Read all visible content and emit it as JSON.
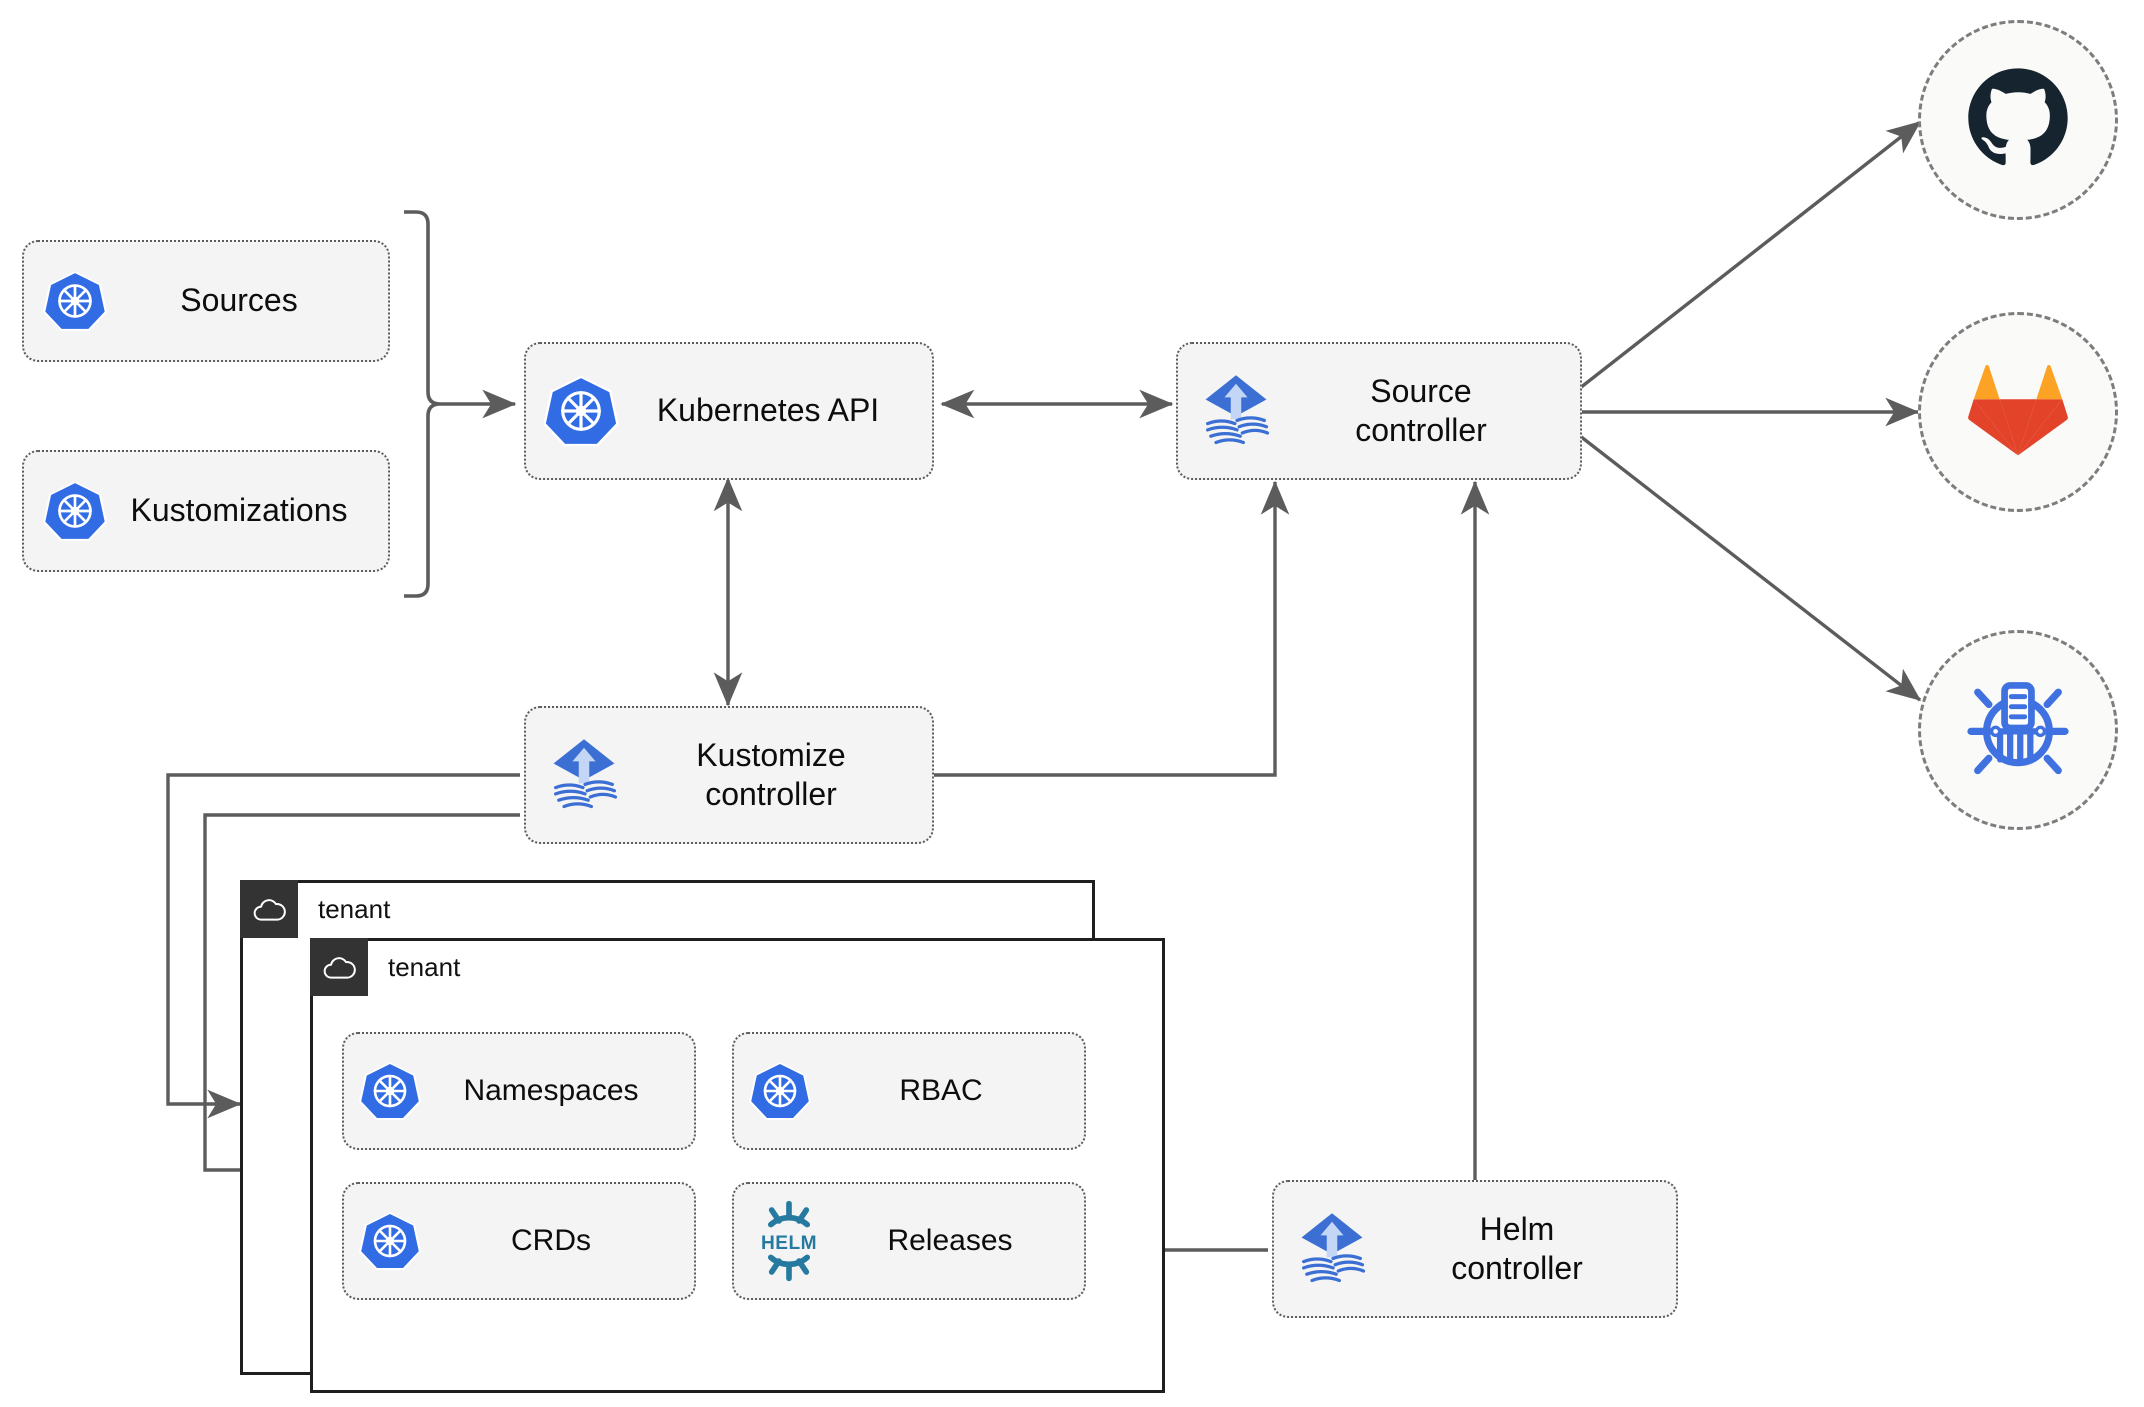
{
  "diagram": {
    "title": "Flux GitOps toolkit architecture",
    "colors": {
      "kubernetes_blue": "#326ce5",
      "flux_blue": "#3b6fd4",
      "helm_teal": "#277a9f",
      "github_dark": "#16242f",
      "gitlab_orange": "#e24329",
      "gitlab_light_orange": "#fc9c3a",
      "edge_gray": "#5c5c5c",
      "node_fill": "#f4f4f4",
      "node_border": "#5c5c5c",
      "tenant_border": "#1f1f1f",
      "tenant_badge": "#333333"
    },
    "nodes": {
      "sources": {
        "label": "Sources",
        "icon": "kubernetes-icon"
      },
      "kustomizations": {
        "label": "Kustomizations",
        "icon": "kubernetes-icon"
      },
      "kubernetes_api": {
        "label": "Kubernetes API",
        "icon": "kubernetes-icon"
      },
      "source_controller": {
        "label": "Source\ncontroller",
        "icon": "flux-icon"
      },
      "kustomize_controller": {
        "label": "Kustomize\ncontroller",
        "icon": "flux-icon"
      },
      "helm_controller": {
        "label": "Helm\ncontroller",
        "icon": "flux-icon"
      },
      "namespaces": {
        "label": "Namespaces",
        "icon": "kubernetes-icon"
      },
      "rbac": {
        "label": "RBAC",
        "icon": "kubernetes-icon"
      },
      "crds": {
        "label": "CRDs",
        "icon": "kubernetes-icon"
      },
      "releases": {
        "label": "Releases",
        "icon": "helm-icon"
      }
    },
    "providers": [
      {
        "name": "github",
        "icon": "github-icon"
      },
      {
        "name": "gitlab",
        "icon": "gitlab-icon"
      },
      {
        "name": "helm-repository",
        "icon": "helm-repository-icon"
      }
    ],
    "tenants": [
      {
        "label": "tenant",
        "icon": "cloud-icon"
      },
      {
        "label": "tenant",
        "icon": "cloud-icon"
      }
    ]
  }
}
